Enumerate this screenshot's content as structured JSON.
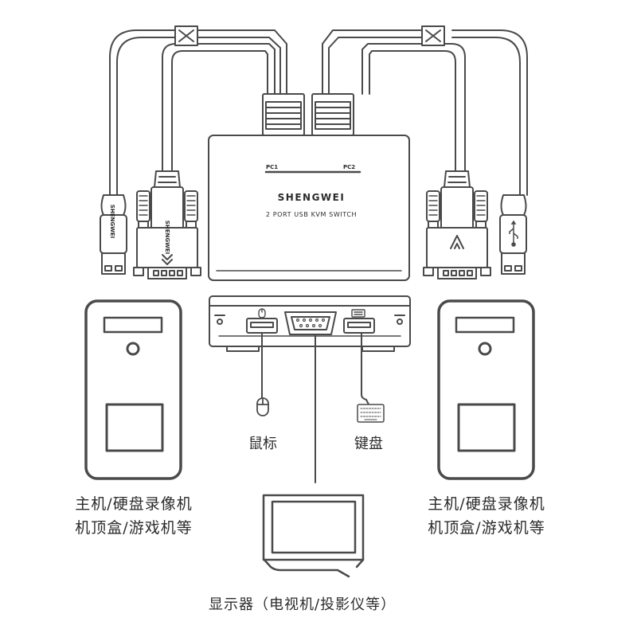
{
  "kvm": {
    "brand": "SHENGWEI",
    "model": "2 PORT USB KVM SWITCH",
    "port1_label": "PC1",
    "port2_label": "PC2"
  },
  "cable_left": {
    "usb_brand": "SHENGWEI",
    "vga_brand": "SHENGWEI"
  },
  "peripherals": {
    "mouse_label": "鼠标",
    "keyboard_label": "键盘"
  },
  "computers": {
    "left": {
      "line1": "主机/硬盘录像机",
      "line2": "机顶盒/游戏机等"
    },
    "right": {
      "line1": "主机/硬盘录像机",
      "line2": "机顶盒/游戏机等"
    }
  },
  "monitor": {
    "label": "显示器（电视机/投影仪等）"
  },
  "icons": [
    "mouse-icon",
    "keyboard-icon",
    "usb-icon",
    "monitor-icon",
    "computer-tower-icon"
  ],
  "colors": {
    "line": "#4a4a4a",
    "fill": "#ffffff",
    "text": "#2b2b2b"
  }
}
